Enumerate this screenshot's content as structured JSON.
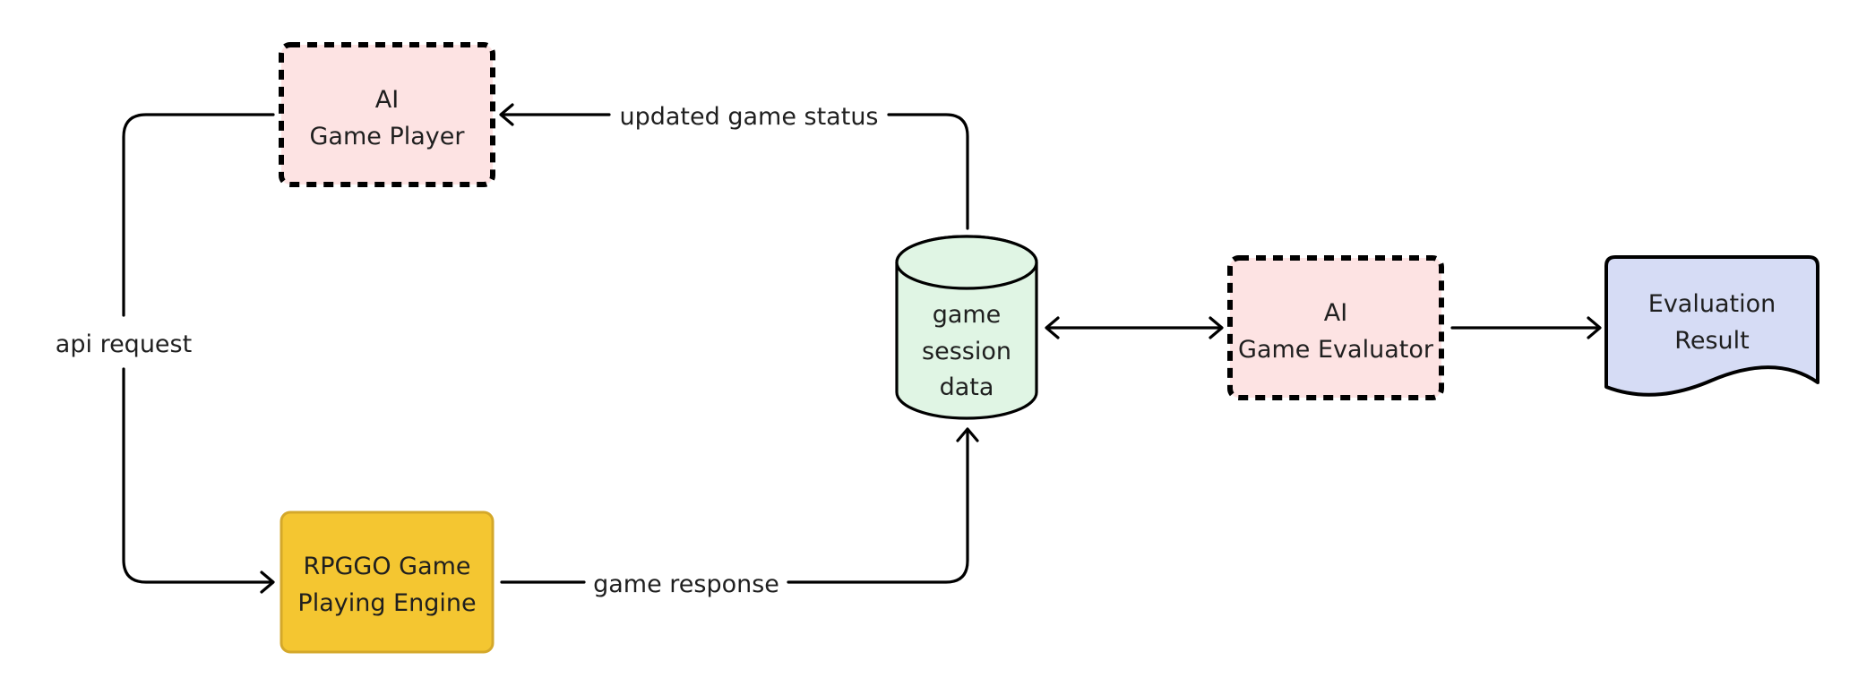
{
  "nodes": {
    "ai_game_player": {
      "line1": "AI",
      "line2": "Game Player",
      "fill": "#fde3e3",
      "border": "#000000"
    },
    "rpggo_engine": {
      "line1": "RPGGO Game",
      "line2": "Playing Engine",
      "fill": "#f4c631",
      "border": "#d4a82a"
    },
    "game_session_data": {
      "line1": "game",
      "line2": "session",
      "line3": "data",
      "fill": "#e0f5e4",
      "border": "#000000"
    },
    "ai_game_evaluator": {
      "line1": "AI",
      "line2": "Game Evaluator",
      "fill": "#fde3e3",
      "border": "#000000"
    },
    "evaluation_result": {
      "line1": "Evaluation",
      "line2": "Result",
      "fill": "#d6dcf5",
      "border": "#000000"
    }
  },
  "edges": {
    "api_request": "api request",
    "updated_game_status": "updated game status",
    "game_response": "game response"
  }
}
